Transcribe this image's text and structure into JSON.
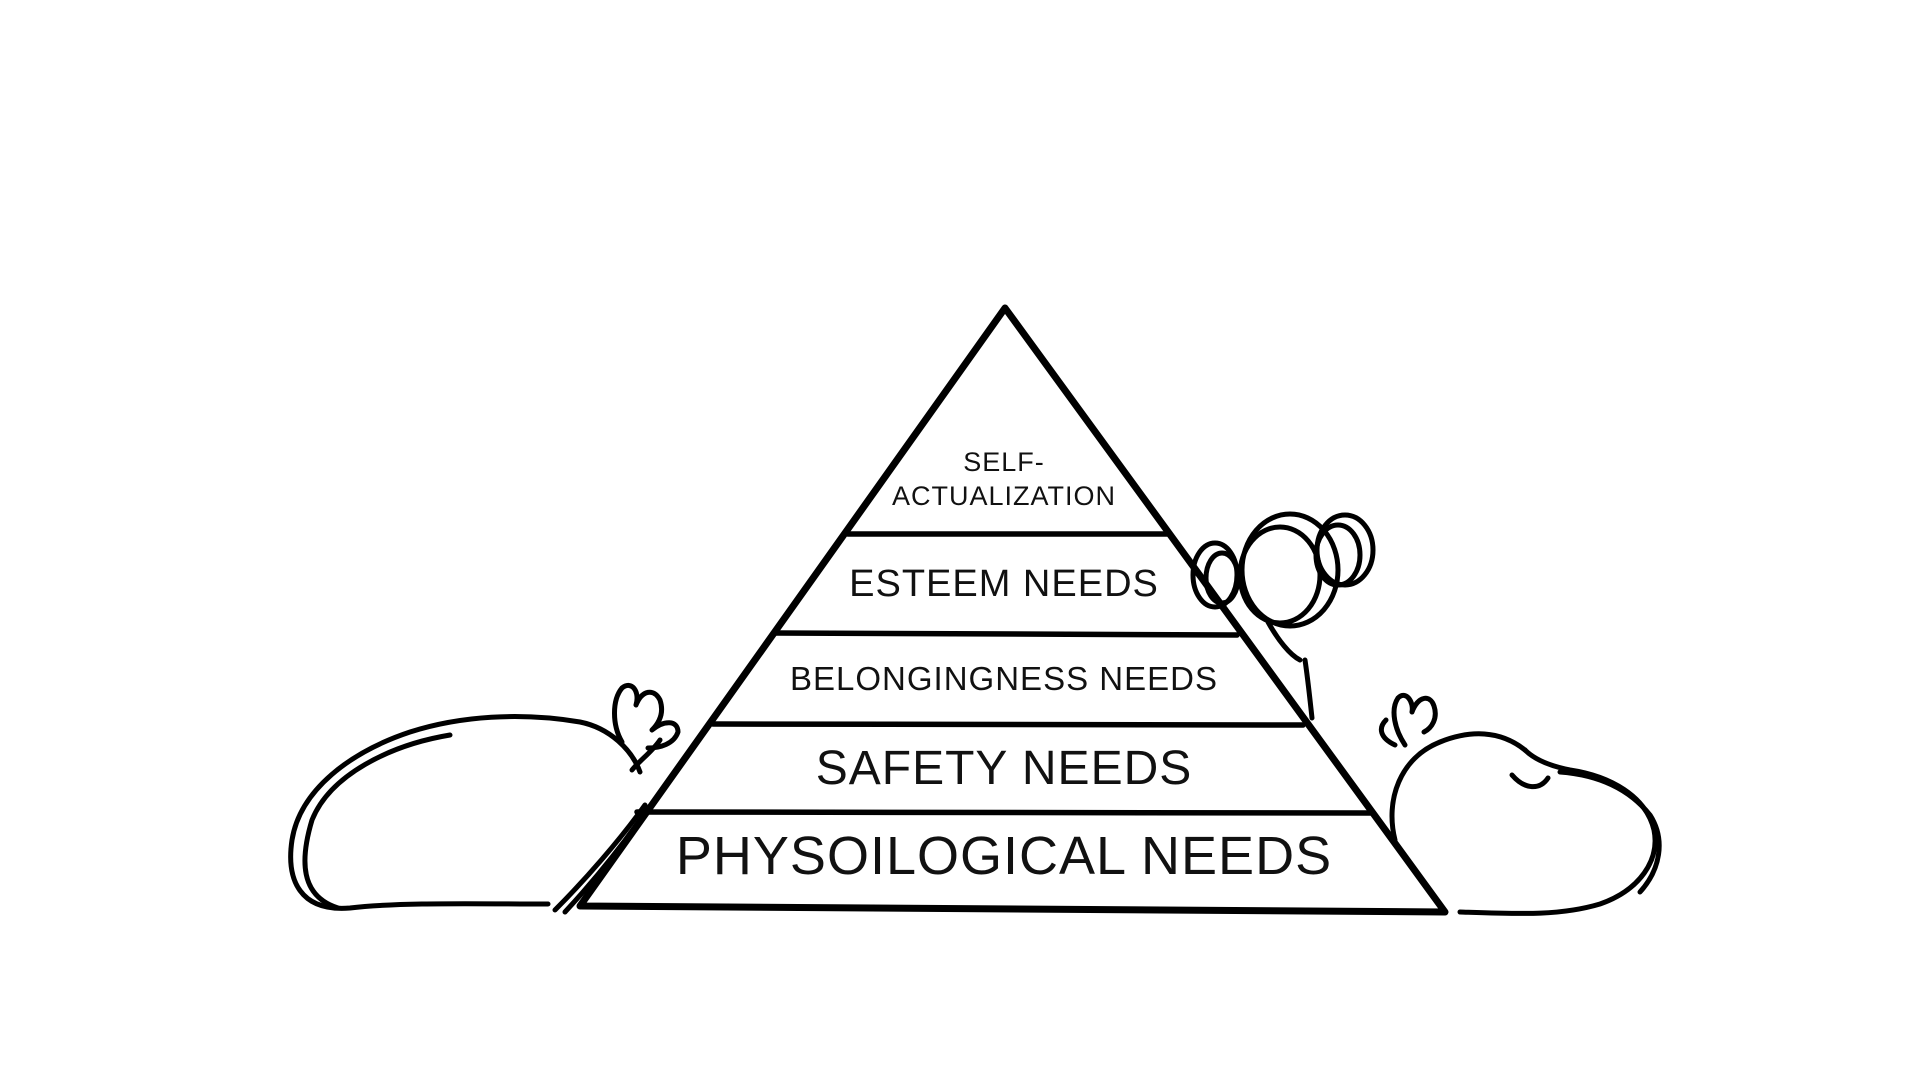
{
  "pyramid": {
    "levels": [
      {
        "id": "self-actualization",
        "lines": [
          "SELF-",
          "ACTUALIZATION"
        ]
      },
      {
        "id": "esteem",
        "lines": [
          "ESTEEM NEEDS"
        ]
      },
      {
        "id": "belongingness",
        "lines": [
          "BELONGINGNESS NEEDS"
        ]
      },
      {
        "id": "safety",
        "lines": [
          "SAFETY NEEDS"
        ]
      },
      {
        "id": "physiological",
        "lines": [
          "PHYSOILOGICAL NEEDS"
        ]
      }
    ]
  },
  "colors": {
    "ink": "#000000",
    "background": "#ffffff",
    "text": "#111111"
  },
  "icons": [
    "sleeping-figure-left-icon",
    "sleeping-figure-right-icon",
    "figure-peeking-head-icon"
  ]
}
